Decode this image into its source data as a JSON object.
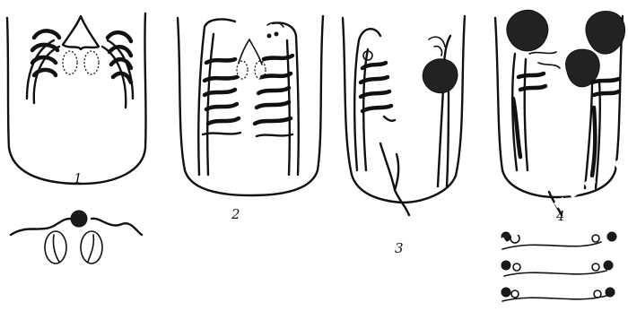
{
  "figure": {
    "panels": [
      {
        "id": "panel-1",
        "label": "1"
      },
      {
        "id": "panel-2",
        "label": "2"
      },
      {
        "id": "panel-3",
        "label": "3"
      },
      {
        "id": "panel-4",
        "label": "4"
      }
    ],
    "watermark_color": "#ffffff"
  }
}
